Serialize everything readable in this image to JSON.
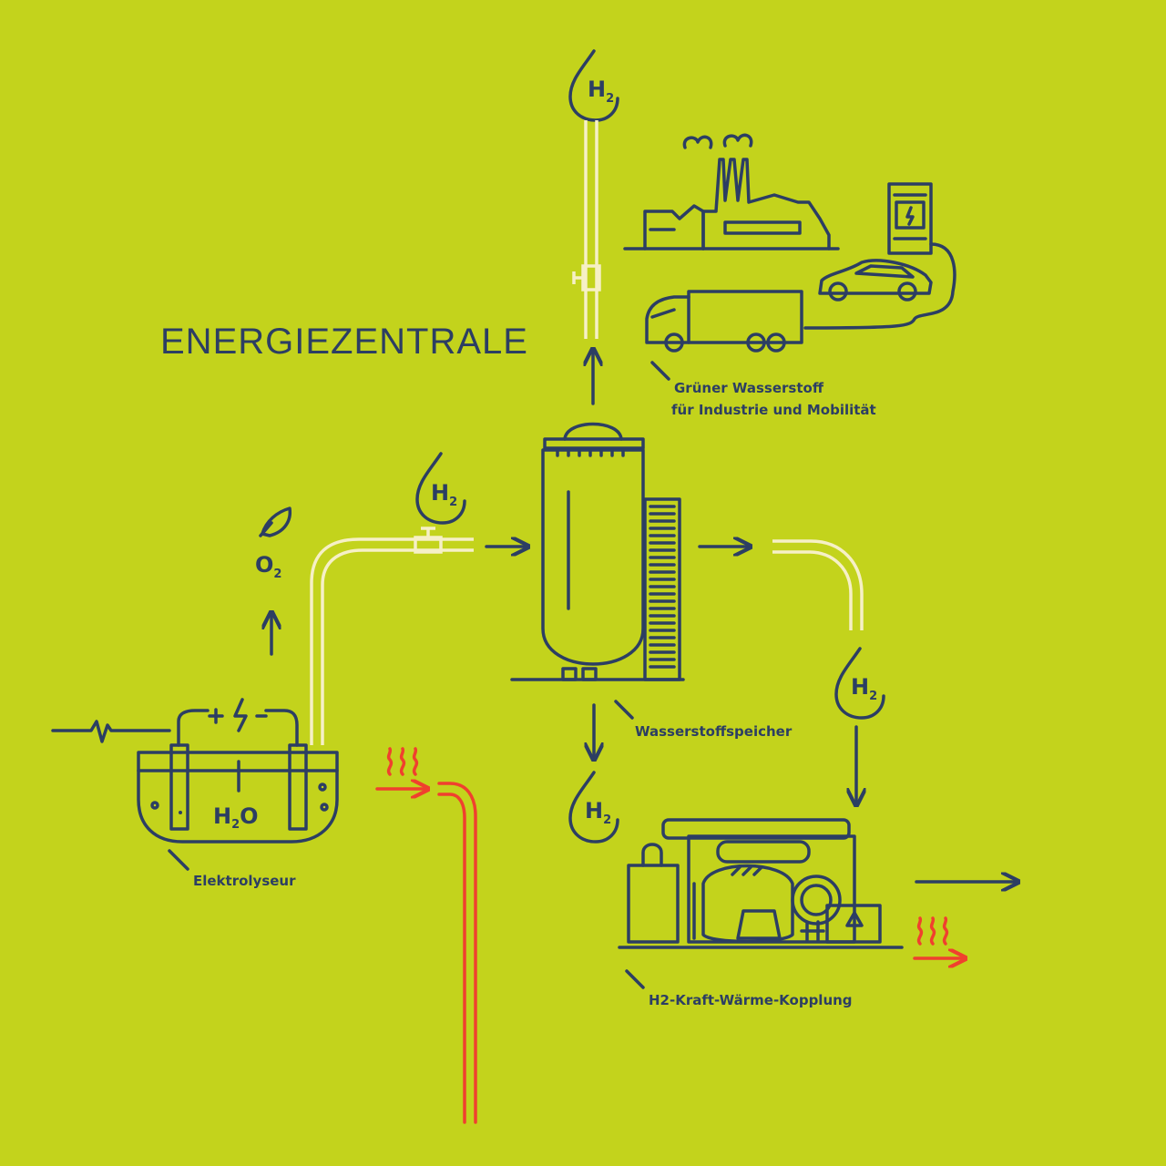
{
  "title": "ENERGIEZENTRALE",
  "labels": {
    "electrolyzer": "Elektrolyseur",
    "storage": "Wasserstoffspeicher",
    "chp": "H2-Kraft-Wärme-Kopplung",
    "industry_line1": "Grüner Wasserstoff",
    "industry_line2": "für Industrie und Mobilität"
  },
  "chemicals": {
    "hydrogen": "H",
    "hydrogen_sub": "2",
    "oxygen": "O",
    "oxygen_sub": "2",
    "water_h": "H",
    "water_sub": "2",
    "water_o": "O"
  },
  "icons": [
    "hydrogen-drop-icon",
    "oxygen-leaf-icon",
    "factory-icon",
    "charging-station-icon",
    "car-icon",
    "truck-icon",
    "electrolyzer-icon",
    "storage-tank-icon",
    "chp-unit-icon",
    "heat-waves-icon",
    "power-signal-icon",
    "lightning-icon",
    "valve-icon"
  ],
  "colors": {
    "background": "#c3d31c",
    "line": "#2c3e63",
    "pipe": "#f6f0c6",
    "heat": "#f0402e"
  }
}
